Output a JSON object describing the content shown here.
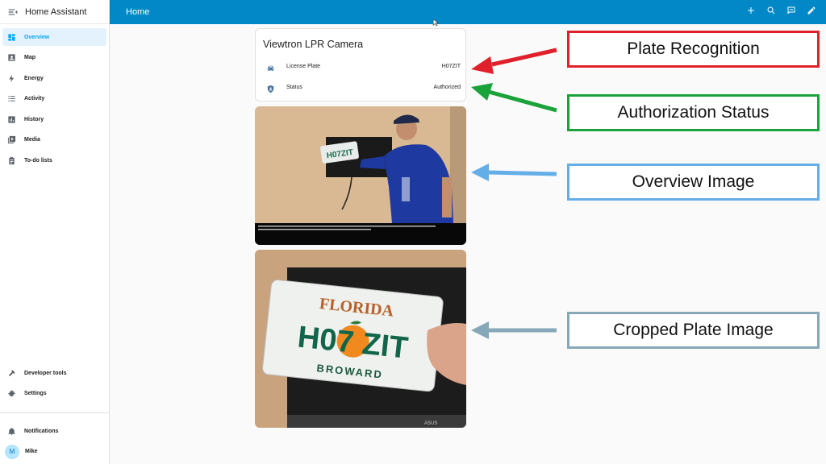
{
  "app": {
    "title": "Home Assistant"
  },
  "sidebar": {
    "items": [
      {
        "label": "Overview",
        "icon": "dashboard-icon",
        "active": true
      },
      {
        "label": "Map",
        "icon": "map-icon"
      },
      {
        "label": "Energy",
        "icon": "lightning-icon"
      },
      {
        "label": "Activity",
        "icon": "list-icon"
      },
      {
        "label": "History",
        "icon": "chart-icon"
      },
      {
        "label": "Media",
        "icon": "media-icon"
      },
      {
        "label": "To-do lists",
        "icon": "clipboard-icon"
      }
    ],
    "bottom_items": [
      {
        "label": "Developer tools",
        "icon": "hammer-icon"
      },
      {
        "label": "Settings",
        "icon": "gear-icon"
      }
    ],
    "notifications_label": "Notifications",
    "user": {
      "initial": "M",
      "name": "Mike"
    }
  },
  "topbar": {
    "title": "Home"
  },
  "card": {
    "title": "Viewtron LPR Camera",
    "rows": [
      {
        "label": "License Plate",
        "value": "H07ZIT",
        "icon": "car-icon"
      },
      {
        "label": "Status",
        "value": "Authorized",
        "icon": "shield-icon"
      }
    ]
  },
  "plate": {
    "state": "FLORIDA",
    "number": "H07 ZIT",
    "county": "BROWARD",
    "tv_brand": "ASUS"
  },
  "annotations": [
    {
      "label": "Plate Recognition",
      "color": "#e0202a"
    },
    {
      "label": "Authorization Status",
      "color": "#1aa33a"
    },
    {
      "label": "Overview Image",
      "color": "#64aee8"
    },
    {
      "label": "Cropped Plate Image",
      "color": "#86a8b8"
    }
  ]
}
